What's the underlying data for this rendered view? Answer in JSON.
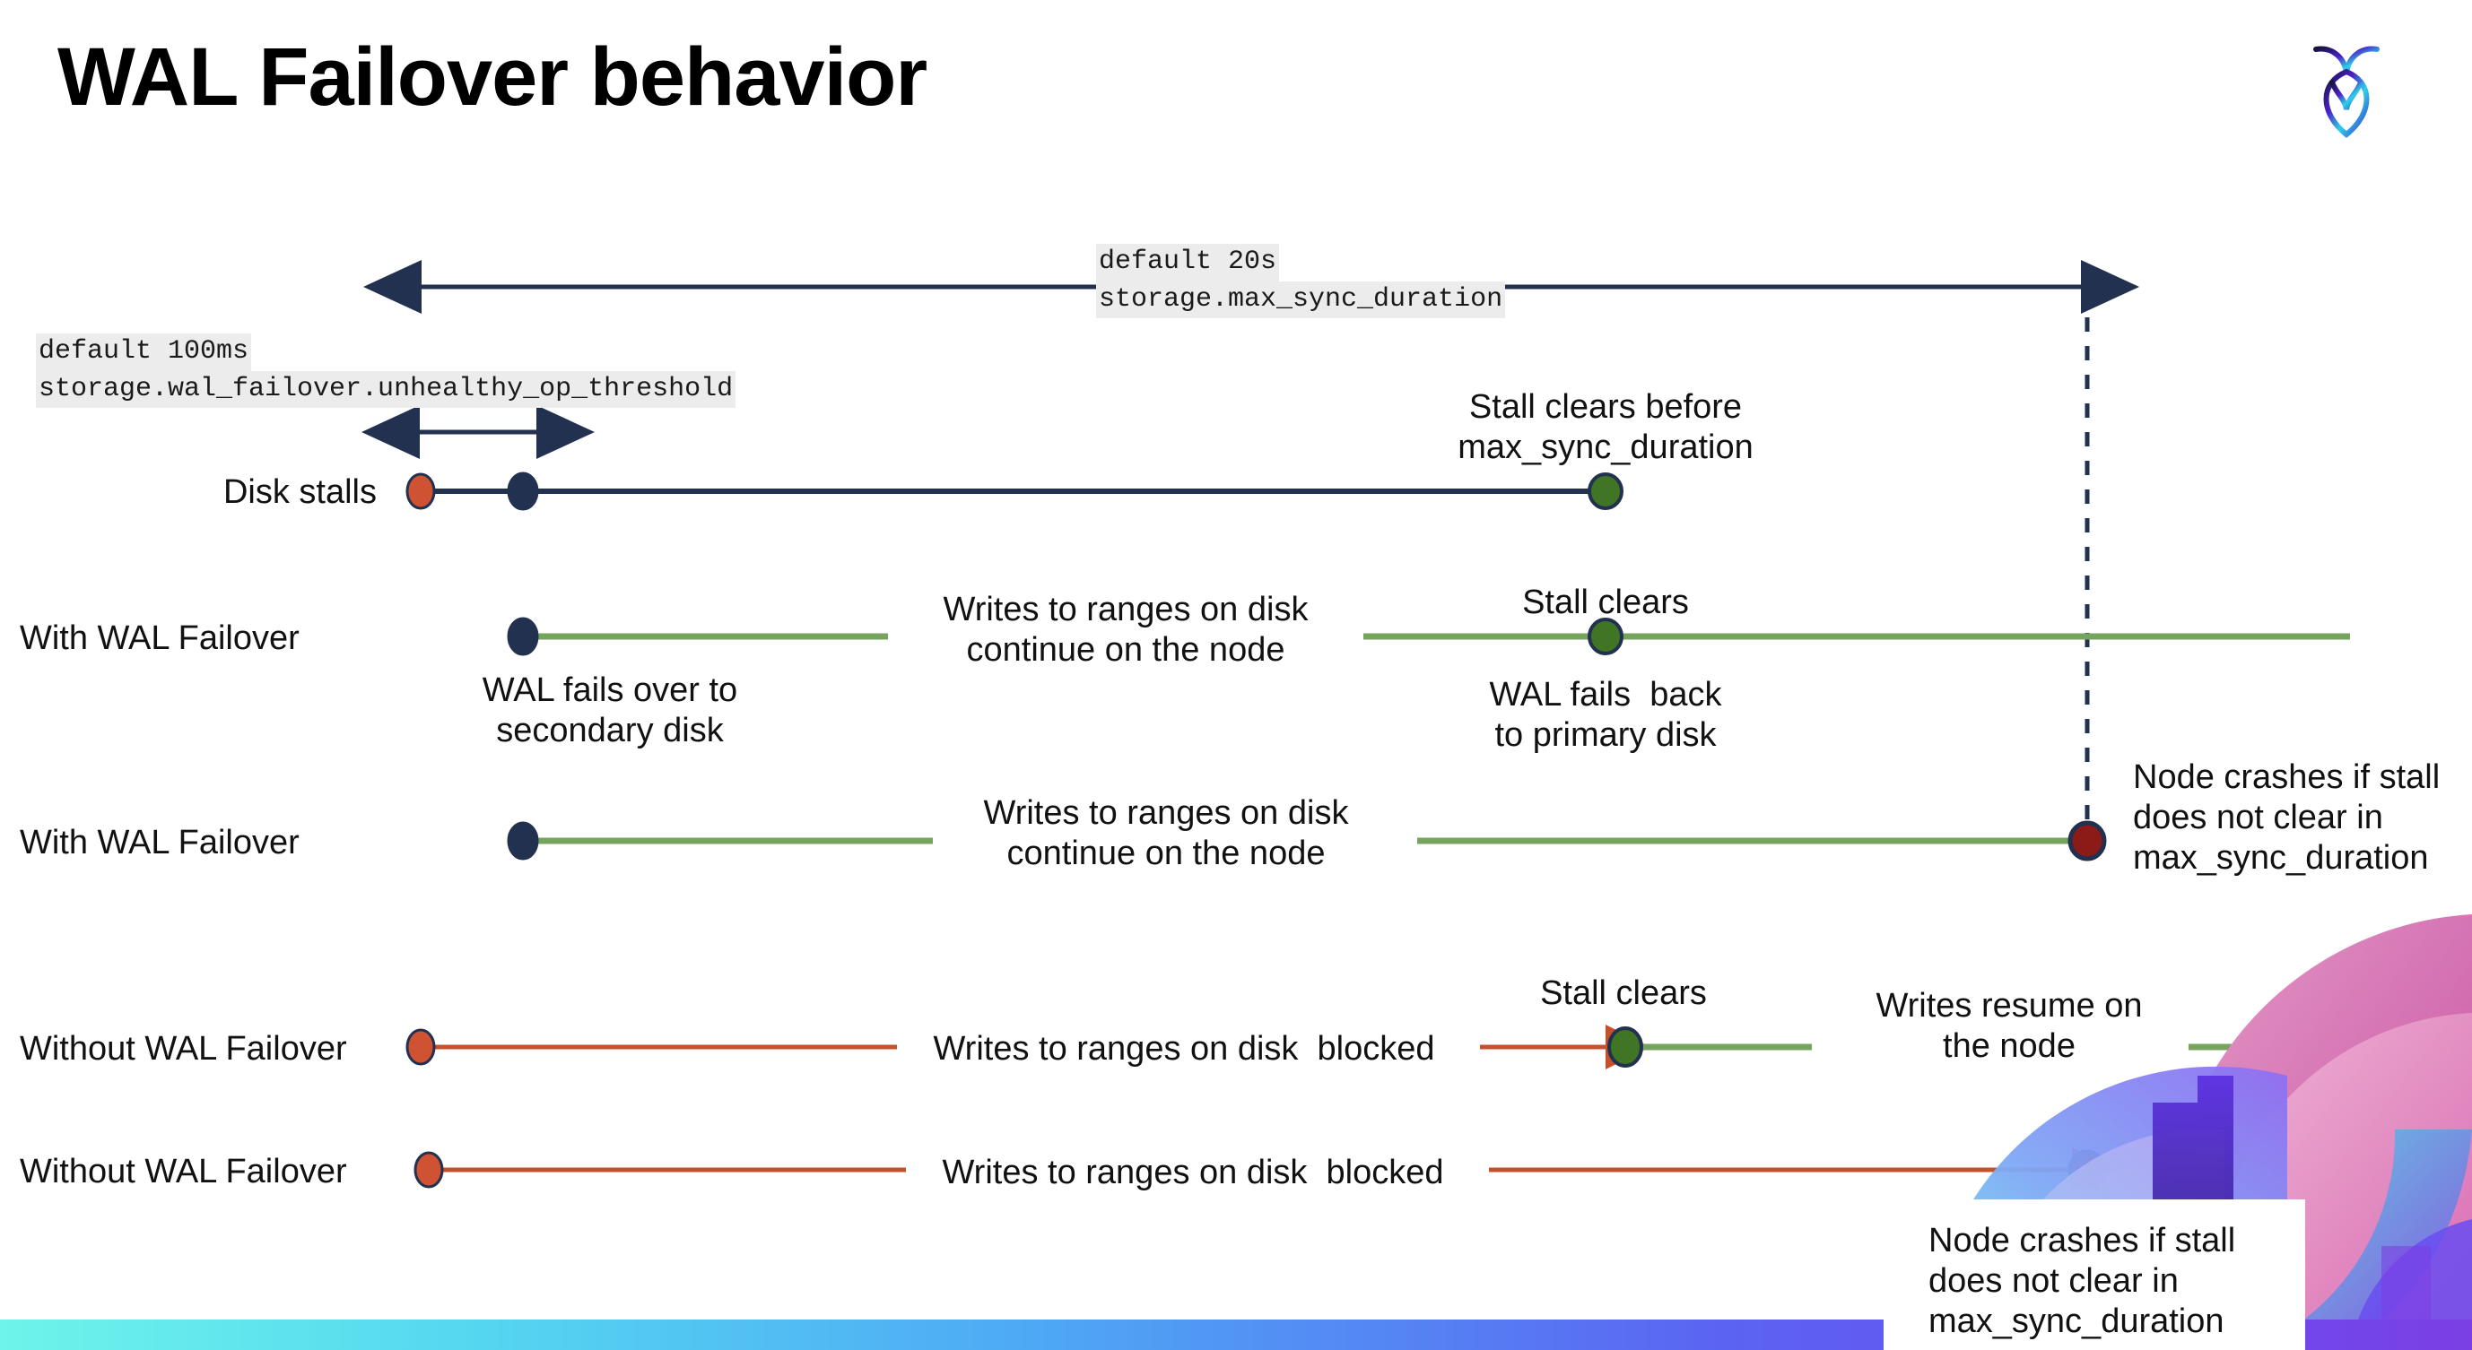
{
  "title": "WAL Failover behavior",
  "logo": {
    "name": "cockroachdb-logo"
  },
  "colors": {
    "navy": "#22314f",
    "green_line": "#76a35e",
    "green_dot": "#3f7524",
    "red_line": "#c4502e",
    "orange_dot": "#cf5333",
    "dark_red_dot": "#8c1a17",
    "code_bg": "#ececec"
  },
  "annotations": {
    "max_sync": {
      "line1": "default 20s",
      "line2": "storage.max_sync_duration"
    },
    "unhealthy": {
      "line1": "default 100ms",
      "line2": "storage.wal_failover.unhealthy_op_threshold"
    }
  },
  "rows": [
    {
      "label": "Disk stalls",
      "note_top": "Stall clears before\nmax_sync_duration"
    },
    {
      "label": "With WAL Failover",
      "note_mid": "Writes to ranges on disk\ncontinue on the node",
      "note_top": "Stall clears",
      "note_below_left": "WAL fails over to\nsecondary disk",
      "note_below_right": "WAL fails  back\nto primary disk"
    },
    {
      "label": "With WAL Failover",
      "note_mid": "Writes to ranges on disk\ncontinue on the node",
      "note_right": "Node crashes if stall\ndoes not clear in\nmax_sync_duration"
    },
    {
      "label": "Without WAL Failover",
      "note_mid": "Writes to ranges on disk  blocked",
      "note_top": "Stall clears",
      "note_right": "Writes resume on\nthe node"
    },
    {
      "label": "Without WAL Failover",
      "note_mid": "Writes to ranges on disk  blocked",
      "note_box": "Node crashes if stall\ndoes not clear in\nmax_sync_duration"
    }
  ]
}
